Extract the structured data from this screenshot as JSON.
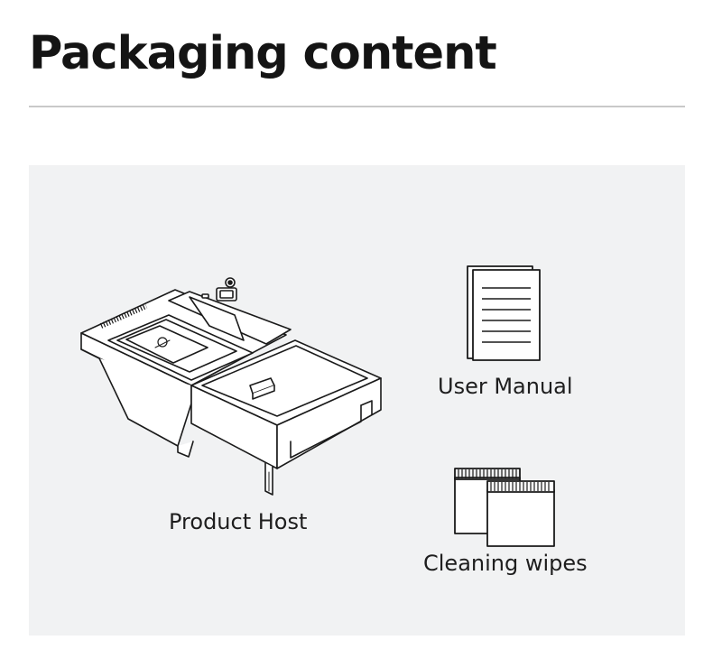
{
  "page": {
    "title": "Packaging content"
  },
  "items": [
    {
      "label": "Product Host",
      "icon": "product-host-illustration"
    },
    {
      "label": "User Manual",
      "icon": "user-manual-icon"
    },
    {
      "label": "Cleaning wipes",
      "icon": "cleaning-wipes-icon"
    }
  ],
  "colors": {
    "panel_background": "#f1f2f3",
    "divider": "#c9c9c9",
    "text": "#141414"
  }
}
